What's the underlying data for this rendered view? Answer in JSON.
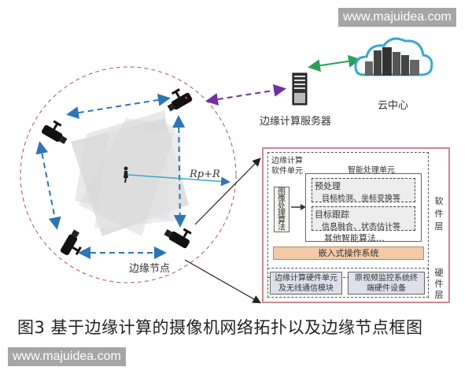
{
  "watermarks": {
    "top_right": "www.majuidea.com",
    "bottom_left": "www.majuidea.com"
  },
  "network": {
    "cloud_label": "云中心",
    "server_label": "边缘计算服务器",
    "edge_node_label": "边缘节点",
    "radius_label": "Rp+R"
  },
  "node_box": {
    "software_unit_label_line1": "边缘计算",
    "software_unit_label_line2": "软件单元",
    "image_algo_label": "图像处理算法",
    "smart_unit_title": "智能处理单元",
    "preprocess_title": "预处理",
    "preprocess_detail": "目标检测、坐标变换等",
    "tracking_title": "目标跟踪",
    "tracking_detail": "信息融合、状态估计等",
    "other_algos": "其他智能算法…",
    "os_label": "嵌入式操作系统",
    "software_layer": "软件层",
    "hardware_layer": "硬件层",
    "hw_unit_line1": "边缘计算硬件单元",
    "hw_unit_line2": "及无线通信模块",
    "video_hw_line1": "原视频监控系统终",
    "video_hw_line2": "端硬件设备"
  },
  "caption": "图3  基于边缘计算的摄像机网络拓扑以及边缘节点框图",
  "colors": {
    "blue_arrow": "#2e75b6",
    "purple_arrow": "#7030a0",
    "green_arrow": "#2e9e5b",
    "circle": "#b05060",
    "os_bar": "#f3c9a6",
    "hw_box": "#dde0ea",
    "outer_border": "#c98a92",
    "cloud": "#3aa8d0"
  }
}
